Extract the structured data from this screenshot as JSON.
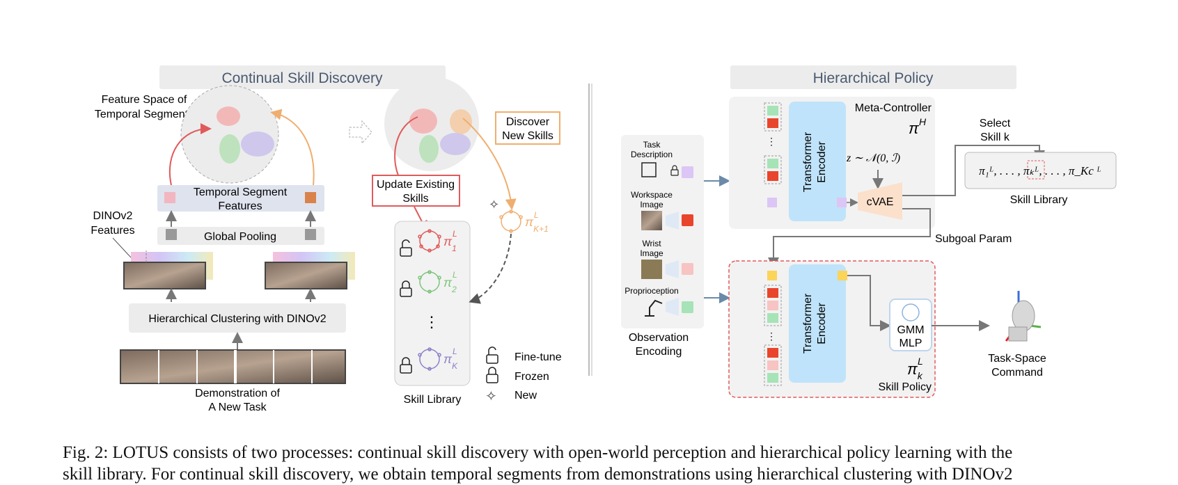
{
  "left_panel": {
    "title": "Continual Skill Discovery",
    "feature_space_label_1": "Feature Space of",
    "feature_space_label_2": "Temporal Segments",
    "discover_label_1": "Discover",
    "discover_label_2": "New Skills",
    "update_label_1": "Update Existing",
    "update_label_2": "Skills",
    "dinov2_label_1": "DINOv2",
    "dinov2_label_2": "Features",
    "temporal_segment_label_1": "Temporal Segment",
    "temporal_segment_label_2": "Features",
    "global_pooling_label": "Global Pooling",
    "hier_clustering_label": "Hierarchical Clustering with DINOv2",
    "demo_label_1": "Demonstration of",
    "demo_label_2": "A New Task",
    "skill_library_label": "Skill Library",
    "skill_1": "π",
    "skill_1_sup": "L",
    "skill_1_sub": "1",
    "skill_2": "π",
    "skill_2_sup": "L",
    "skill_2_sub": "2",
    "skill_k": "π",
    "skill_k_sup": "L",
    "skill_k_sub": "K",
    "skill_new": "π",
    "skill_new_sup": "L",
    "skill_new_sub": "K+1",
    "legend_finetune": "Fine-tune",
    "legend_frozen": "Frozen",
    "legend_new": "New"
  },
  "right_panel": {
    "title": "Hierarchical Policy",
    "meta_controller_label": "Meta-Controller",
    "meta_pi": "π",
    "meta_pi_sup": "H",
    "select_skill_1": "Select",
    "select_skill_2": "Skill k",
    "skill_library_label": "Skill Library",
    "skill_list_text": "π₁ᴸ, . . . , πₖᴸ, . . . , π_Kc ᴸ",
    "z_text": "z ∼ 𝒩(0, ℐ)",
    "cvae_label": "cVAE",
    "transformer_label_1": "Transformer",
    "transformer_label_2": "Encoder",
    "subgoal_label": "Subgoal Param",
    "task_desc_1": "Task",
    "task_desc_2": "Description",
    "workspace_1": "Workspace",
    "workspace_2": "Image",
    "wrist_1": "Wrist",
    "wrist_2": "Image",
    "proprio": "Proprioception",
    "obs_enc_1": "Observation",
    "obs_enc_2": "Encoding",
    "gmm_1": "GMM",
    "gmm_2": "MLP",
    "skill_policy_pi": "π",
    "skill_policy_sup": "L",
    "skill_policy_sub": "k",
    "skill_policy_label": "Skill Policy",
    "task_space_1": "Task-Space",
    "task_space_2": "Command"
  },
  "caption": {
    "line1": "Fig. 2: LOTUS consists of two processes: continual skill discovery with open-world perception and hierarchical policy learning with the",
    "line2": "skill library. For continual skill discovery, we obtain temporal segments from demonstrations using hierarchical clustering with DINOv2"
  },
  "colors": {
    "title_bg": "#ececec",
    "panel_bg": "#f2f2f2",
    "transformer_blue": "#bfe3fa",
    "cvae_peach": "#fbe0cc",
    "skill_red": "#e05a5a",
    "skill_green": "#7cc47a",
    "skill_purple": "#8e80c8",
    "skill_orange": "#efae6e",
    "token_red": "#e8452c",
    "token_green": "#a6e3b6",
    "token_pink": "#f7c3c3",
    "token_purple": "#dcc6f5",
    "token_yellow": "#fbd45a"
  }
}
